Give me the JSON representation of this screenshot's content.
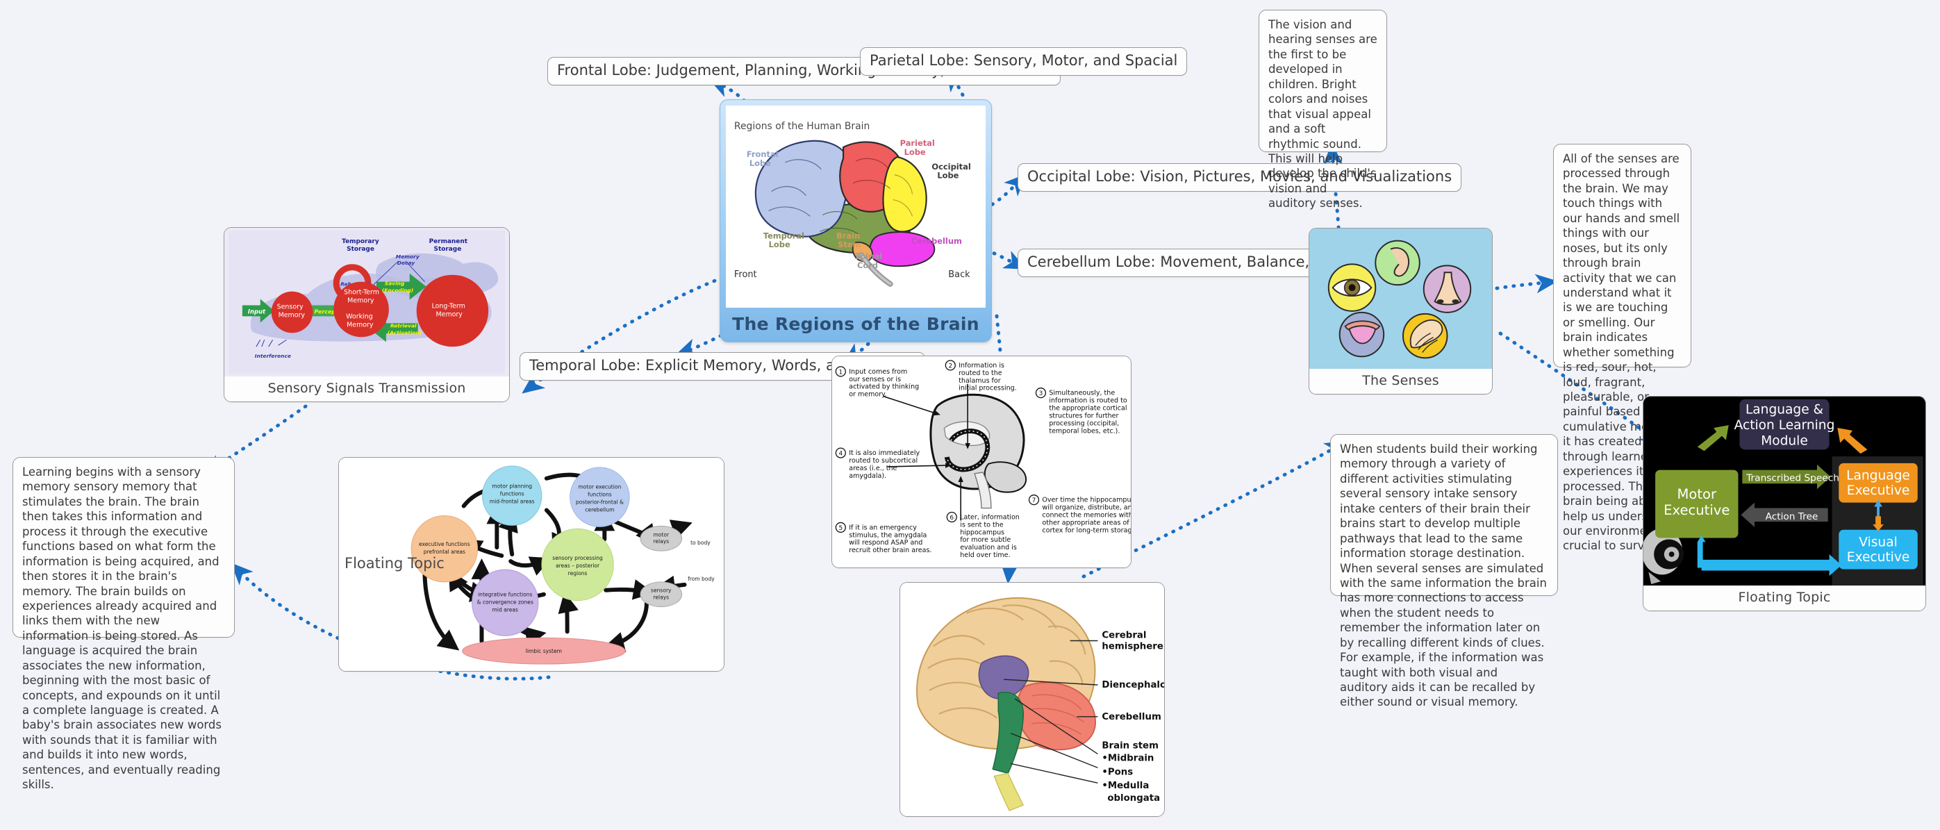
{
  "canvas": {
    "background": "#f2f3f8",
    "connector_color": "#1a6fc4"
  },
  "central_node": {
    "name": "The Regions of the Brain",
    "title": "The Regions of the Brain",
    "image_heading": "Regions of the Human Brain",
    "orientation_front": "Front",
    "orientation_back": "Back",
    "labels": [
      {
        "text": "Frontal\nLobe",
        "color": "#8f9fc9"
      },
      {
        "text": "Parietal\nLobe",
        "color": "#d4607a"
      },
      {
        "text": "Occipital\nLobe",
        "color": "#3a3a3a"
      },
      {
        "text": "Temporal\nLobe",
        "color": "#8a8a5e"
      },
      {
        "text": "Brain\nStem",
        "color": "#d79a5c"
      },
      {
        "text": "Spinal\nCord",
        "color": "#8a8a8a"
      },
      {
        "text": "Cerebellum",
        "color": "#c04fc0"
      }
    ],
    "region_colors": {
      "frontal": "#b9c8ea",
      "parietal": "#ef5d5d",
      "occipital": "#fff23d",
      "temporal": "#7f9e4e",
      "cerebellum": "#f03ff0",
      "brainstem": "#f0a85c",
      "spinalcord": "#b0b0b0"
    }
  },
  "lobe_labels": [
    {
      "id": "frontal",
      "text": "Frontal Lobe: Judgement, Planning, Working Memory, and Decisions"
    },
    {
      "id": "parietal",
      "text": "Parietal Lobe: Sensory, Motor, and Spacial"
    },
    {
      "id": "occipital",
      "text": "Occipital Lobe: Vision, Pictures, Movies, and Visualizations"
    },
    {
      "id": "cerebellum",
      "text": "Cerebellum Lobe: Movement, Balance, and Ordering"
    },
    {
      "id": "temporal",
      "text": "Temporal Lobe: Explicit Memory, Words, and Pictures"
    }
  ],
  "notes": {
    "vision_hearing": "The vision and hearing senses are the first to be developed in children. Bright colors and noises that visual appeal and a soft rhythmic sound. This will help develop the child's vision and auditory senses.",
    "all_senses": "All of the senses are processed through the brain. We may touch things with our hands and smell things with our noses, but its only through brain activity that we can understand what it is we are touching or smelling. Our brain indicates whether something is red, sour, hot, loud, fragrant, pleasurable, or painful based off the cumulative memory it has created through learned experiences it has processed. The brain being able to help us understand our environment is crucial to surviving.",
    "learning_begins": "Learning begins with a sensory memory sensory memory that stimulates the brain. The brain then takes this information and process it through the executive functions based on what form the information is being acquired, and then stores it in the brain's memory. The brain builds on experiences already acquired and links them with the new information is being stored. As language is acquired the brain associates the new information, beginning with the most basic of concepts, and expounds on it until a complete language is created. A baby's brain associates new words with sounds that it is familiar with and builds it into new words, sentences, and eventually reading skills.",
    "working_memory": "When students build their working memory through a variety of different activities stimulating several sensory intake sensory intake centers of their brain their brains start to develop multiple pathways that lead to the same information storage destination. When several senses are simulated with the same information the brain has more connections to access when the student needs to remember the information later on by recalling different kinds of clues. For example, if the information was taught with both visual and auditory aids it can be recalled by either sound or visual memory."
  },
  "memory_diagram": {
    "caption": "Sensory Signals Transmission",
    "headers": [
      "Temporary Storage",
      "Permanent Storage"
    ],
    "nodes": [
      "Sensory Memory",
      "Short-Term Memory",
      "Working Memory",
      "Long-Term Memory"
    ],
    "arrows": [
      "Input",
      "Perceptions",
      "Saving (Encoding)",
      "Retrieval (Activation)"
    ],
    "annotations": [
      "Rehearsal",
      "Memory Decay",
      "Interference"
    ],
    "colors": {
      "circle": "#d8312a",
      "arrow": "#2e9c4a",
      "cloud": "#b9bce3",
      "panel": "#e6e4f4"
    }
  },
  "floating_topic_left": {
    "label": "Floating Topic",
    "nodes": [
      {
        "id": "motor-planning",
        "text": "motor planning functions mid-frontal areas",
        "color": "#9fdcef"
      },
      {
        "id": "motor-execution",
        "text": "motor execution functions posterior-frontal & cerebellum",
        "color": "#bacdf0"
      },
      {
        "id": "executive",
        "text": "executive functions prefrontal areas",
        "color": "#f7c496"
      },
      {
        "id": "sensory-proc",
        "text": "sensory processing areas – posterior regions",
        "color": "#cfe99a"
      },
      {
        "id": "integrative",
        "text": "integrative functions & convergence zones mid areas",
        "color": "#c9b8e8"
      },
      {
        "id": "limbic",
        "text": "limbic system",
        "color": "#f4a6a6"
      },
      {
        "id": "motor-relays",
        "text": "motor relays",
        "color": "#cfcfcf"
      },
      {
        "id": "sensory-relays",
        "text": "sensory relays",
        "color": "#cfcfcf"
      }
    ],
    "edge_labels": [
      "to body",
      "from body"
    ]
  },
  "processing_steps": {
    "steps": [
      {
        "n": "1",
        "text": "Input comes from our senses or is activated by thinking or memory."
      },
      {
        "n": "2",
        "text": "Information is routed to the thalamus for initial processing."
      },
      {
        "n": "3",
        "text": "Simultaneously, the information is routed to the appropriate cortical structures for further processing (occipital, temporal lobes, etc.)."
      },
      {
        "n": "4",
        "text": "It is also immediately routed to subcortical areas (i.e., the amygdala)."
      },
      {
        "n": "5",
        "text": "If it is an emergency stimulus, the amygdala will respond ASAP and recruit other brain areas."
      },
      {
        "n": "6",
        "text": "Later, information is sent to the hippocampus for more subtle evaluation and is held over time."
      },
      {
        "n": "7",
        "text": "Over time the hippocampus will organize, distribute, and connect the memories with other appropriate areas of the cortex for long-term storage."
      }
    ]
  },
  "anatomy_diagram": {
    "labels": [
      "Cerebral hemisphere",
      "Diencephalon",
      "Cerebellum",
      "Brain stem",
      "•Midbrain",
      "•Pons",
      "•Medulla oblongata"
    ],
    "colors": {
      "cerebrum": "#f0cf9a",
      "diencephalon": "#7b6ba8",
      "cerebellum": "#f08070",
      "brainstem": "#2e8b57"
    }
  },
  "senses_node": {
    "caption": "The Senses",
    "items": [
      {
        "sense": "sight",
        "icon": "eye-icon",
        "color": "#f5ee5a"
      },
      {
        "sense": "hearing",
        "icon": "ear-icon",
        "color": "#b5e89a"
      },
      {
        "sense": "smell",
        "icon": "nose-icon",
        "color": "#d6b2d8"
      },
      {
        "sense": "taste",
        "icon": "mouth-icon",
        "color": "#a3afd4"
      },
      {
        "sense": "touch",
        "icon": "hand-icon",
        "color": "#f5c820"
      }
    ]
  },
  "language_module": {
    "caption": "Floating Topic",
    "title": "Language & Action Learning Module",
    "boxes": [
      {
        "id": "motor-executive",
        "text": "Motor Executive",
        "color": "#7f9b2e"
      },
      {
        "id": "language-executive",
        "text": "Language Executive",
        "color": "#f0941e"
      },
      {
        "id": "visual-executive",
        "text": "Visual Executive",
        "color": "#29b6f0"
      }
    ],
    "arrow_labels": [
      "Transcribed Speech",
      "Action Tree"
    ]
  }
}
